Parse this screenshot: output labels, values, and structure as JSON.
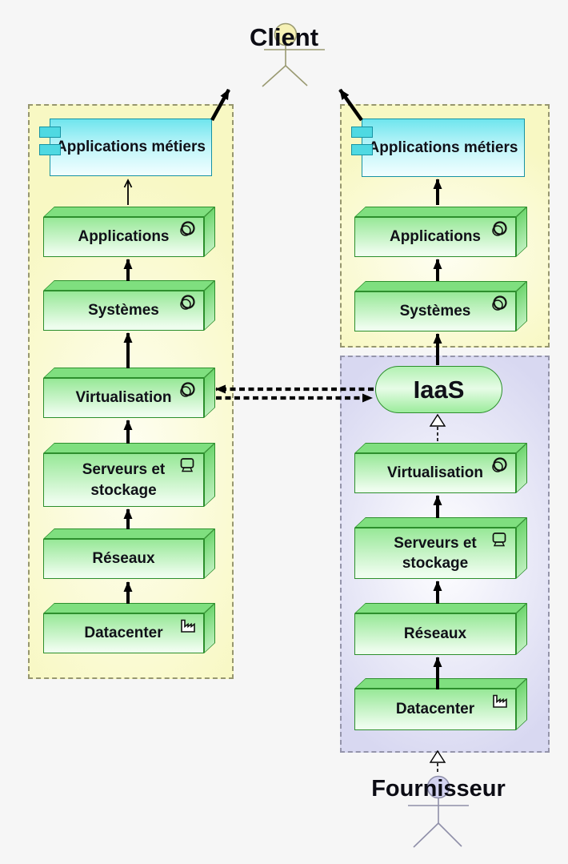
{
  "actors": {
    "client": "Client",
    "fournisseur": "Fournisseur"
  },
  "left_stack": {
    "component": "Applications métiers",
    "boxes": [
      {
        "label": "Applications",
        "icon": "rings-icon"
      },
      {
        "label": "Systèmes",
        "icon": "rings-icon"
      },
      {
        "label": "Virtualisation",
        "icon": "rings-icon"
      },
      {
        "label": "Serveurs et stockage",
        "icon": "monitor-icon"
      },
      {
        "label": "Réseaux",
        "icon": ""
      },
      {
        "label": "Datacenter",
        "icon": "factory-icon"
      }
    ]
  },
  "right_stack": {
    "component": "Applications métiers",
    "top_boxes": [
      {
        "label": "Applications",
        "icon": "rings-icon"
      },
      {
        "label": "Systèmes",
        "icon": "rings-icon"
      }
    ],
    "service": "IaaS",
    "bottom_boxes": [
      {
        "label": "Virtualisation",
        "icon": "rings-icon"
      },
      {
        "label": "Serveurs et stockage",
        "icon": "monitor-icon"
      },
      {
        "label": "Réseaux",
        "icon": ""
      },
      {
        "label": "Datacenter",
        "icon": "factory-icon"
      }
    ]
  },
  "colors": {
    "node_green": "#97e897",
    "node_border": "#2d8f2d",
    "component_cyan": "#6fe5ee",
    "component_border": "#1793a3",
    "zone_yellow": "#f8f8c3",
    "zone_purple": "#d8d8f1",
    "arrow_black": "#000000",
    "client_actor": "#f6f1b5",
    "fournisseur_actor": "#d3d3f0"
  }
}
